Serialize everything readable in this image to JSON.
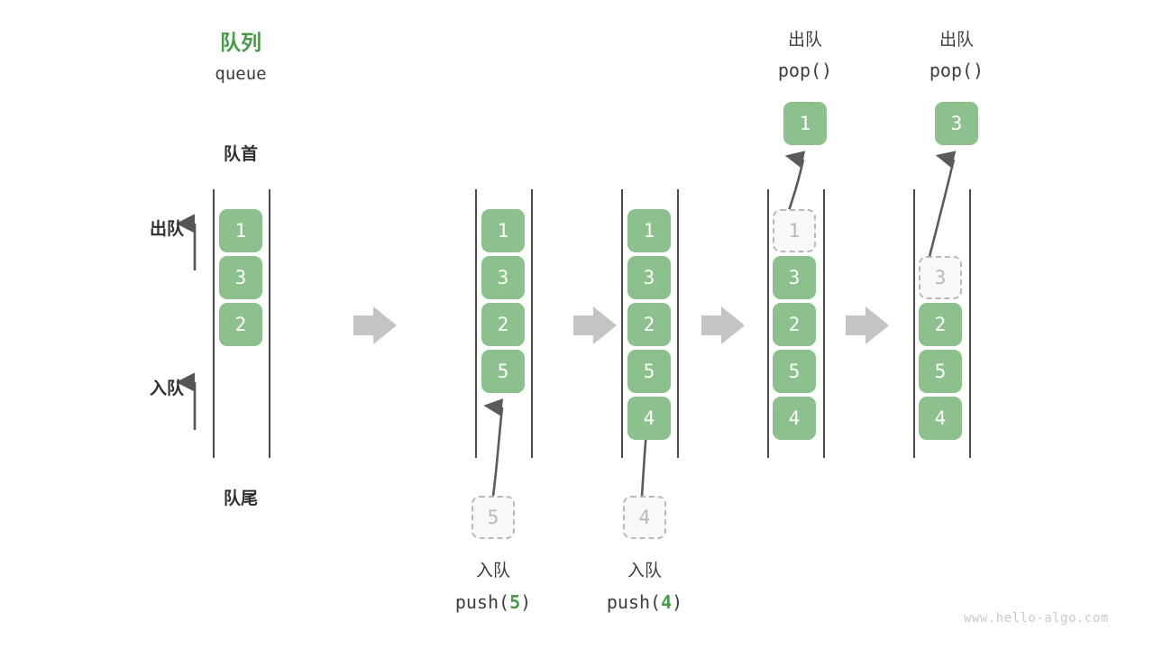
{
  "diagram": {
    "title_cn": "队列",
    "title_code": "queue",
    "head_label": "队首",
    "tail_label": "队尾",
    "dequeue_label": "出队",
    "enqueue_label": "入队",
    "watermark": "www.hello-algo.com",
    "colors": {
      "accent_green": "#459c45",
      "box_green": "#8cc08c",
      "ghost_gray": "#b8b8b8",
      "text_dark": "#3c3c3c",
      "rail": "#4a4a4a",
      "step_arrow": "#c4c4c4"
    }
  },
  "operations": {
    "push_cn": "入队",
    "pop_cn": "出队",
    "push_5_code_prefix": "push(",
    "push_5_code_num": "5",
    "push_5_code_suffix": ")",
    "push_4_code_prefix": "push(",
    "push_4_code_num": "4",
    "push_4_code_suffix": ")",
    "pop_code_1": "pop()",
    "pop_code_2": "pop()"
  },
  "columns": [
    {
      "name": "initial-queue",
      "slots": [
        {
          "value": "1",
          "state": "filled"
        },
        {
          "value": "3",
          "state": "filled"
        },
        {
          "value": "2",
          "state": "filled"
        }
      ],
      "pending": null,
      "popped": null
    },
    {
      "name": "after-push-5",
      "slots": [
        {
          "value": "1",
          "state": "filled"
        },
        {
          "value": "3",
          "state": "filled"
        },
        {
          "value": "2",
          "state": "filled"
        },
        {
          "value": "5",
          "state": "filled"
        }
      ],
      "pending": {
        "value": "5",
        "state": "ghost"
      },
      "popped": null
    },
    {
      "name": "after-push-4",
      "slots": [
        {
          "value": "1",
          "state": "filled"
        },
        {
          "value": "3",
          "state": "filled"
        },
        {
          "value": "2",
          "state": "filled"
        },
        {
          "value": "5",
          "state": "filled"
        },
        {
          "value": "4",
          "state": "filled"
        }
      ],
      "pending": {
        "value": "4",
        "state": "ghost"
      },
      "popped": null
    },
    {
      "name": "after-pop-1",
      "slots": [
        {
          "value": "1",
          "state": "ghost"
        },
        {
          "value": "3",
          "state": "filled"
        },
        {
          "value": "2",
          "state": "filled"
        },
        {
          "value": "5",
          "state": "filled"
        },
        {
          "value": "4",
          "state": "filled"
        }
      ],
      "pending": null,
      "popped": {
        "value": "1",
        "state": "filled"
      }
    },
    {
      "name": "after-pop-3",
      "slots": [
        {
          "value": "",
          "state": "empty"
        },
        {
          "value": "3",
          "state": "ghost"
        },
        {
          "value": "2",
          "state": "filled"
        },
        {
          "value": "5",
          "state": "filled"
        },
        {
          "value": "4",
          "state": "filled"
        }
      ],
      "pending": null,
      "popped": {
        "value": "3",
        "state": "filled"
      }
    }
  ],
  "cells": {
    "c0s0": "1",
    "c0s1": "3",
    "c0s2": "2",
    "c1s0": "1",
    "c1s1": "3",
    "c1s2": "2",
    "c1s3": "5",
    "c1ghost": "5",
    "c2s0": "1",
    "c2s1": "3",
    "c2s2": "2",
    "c2s3": "5",
    "c2s4": "4",
    "c2ghost": "4",
    "c3s0": "1",
    "c3s1": "3",
    "c3s2": "2",
    "c3s3": "5",
    "c3s4": "4",
    "c3pop": "1",
    "c4s1": "3",
    "c4s2": "2",
    "c4s3": "5",
    "c4s4": "4",
    "c4pop": "3"
  }
}
